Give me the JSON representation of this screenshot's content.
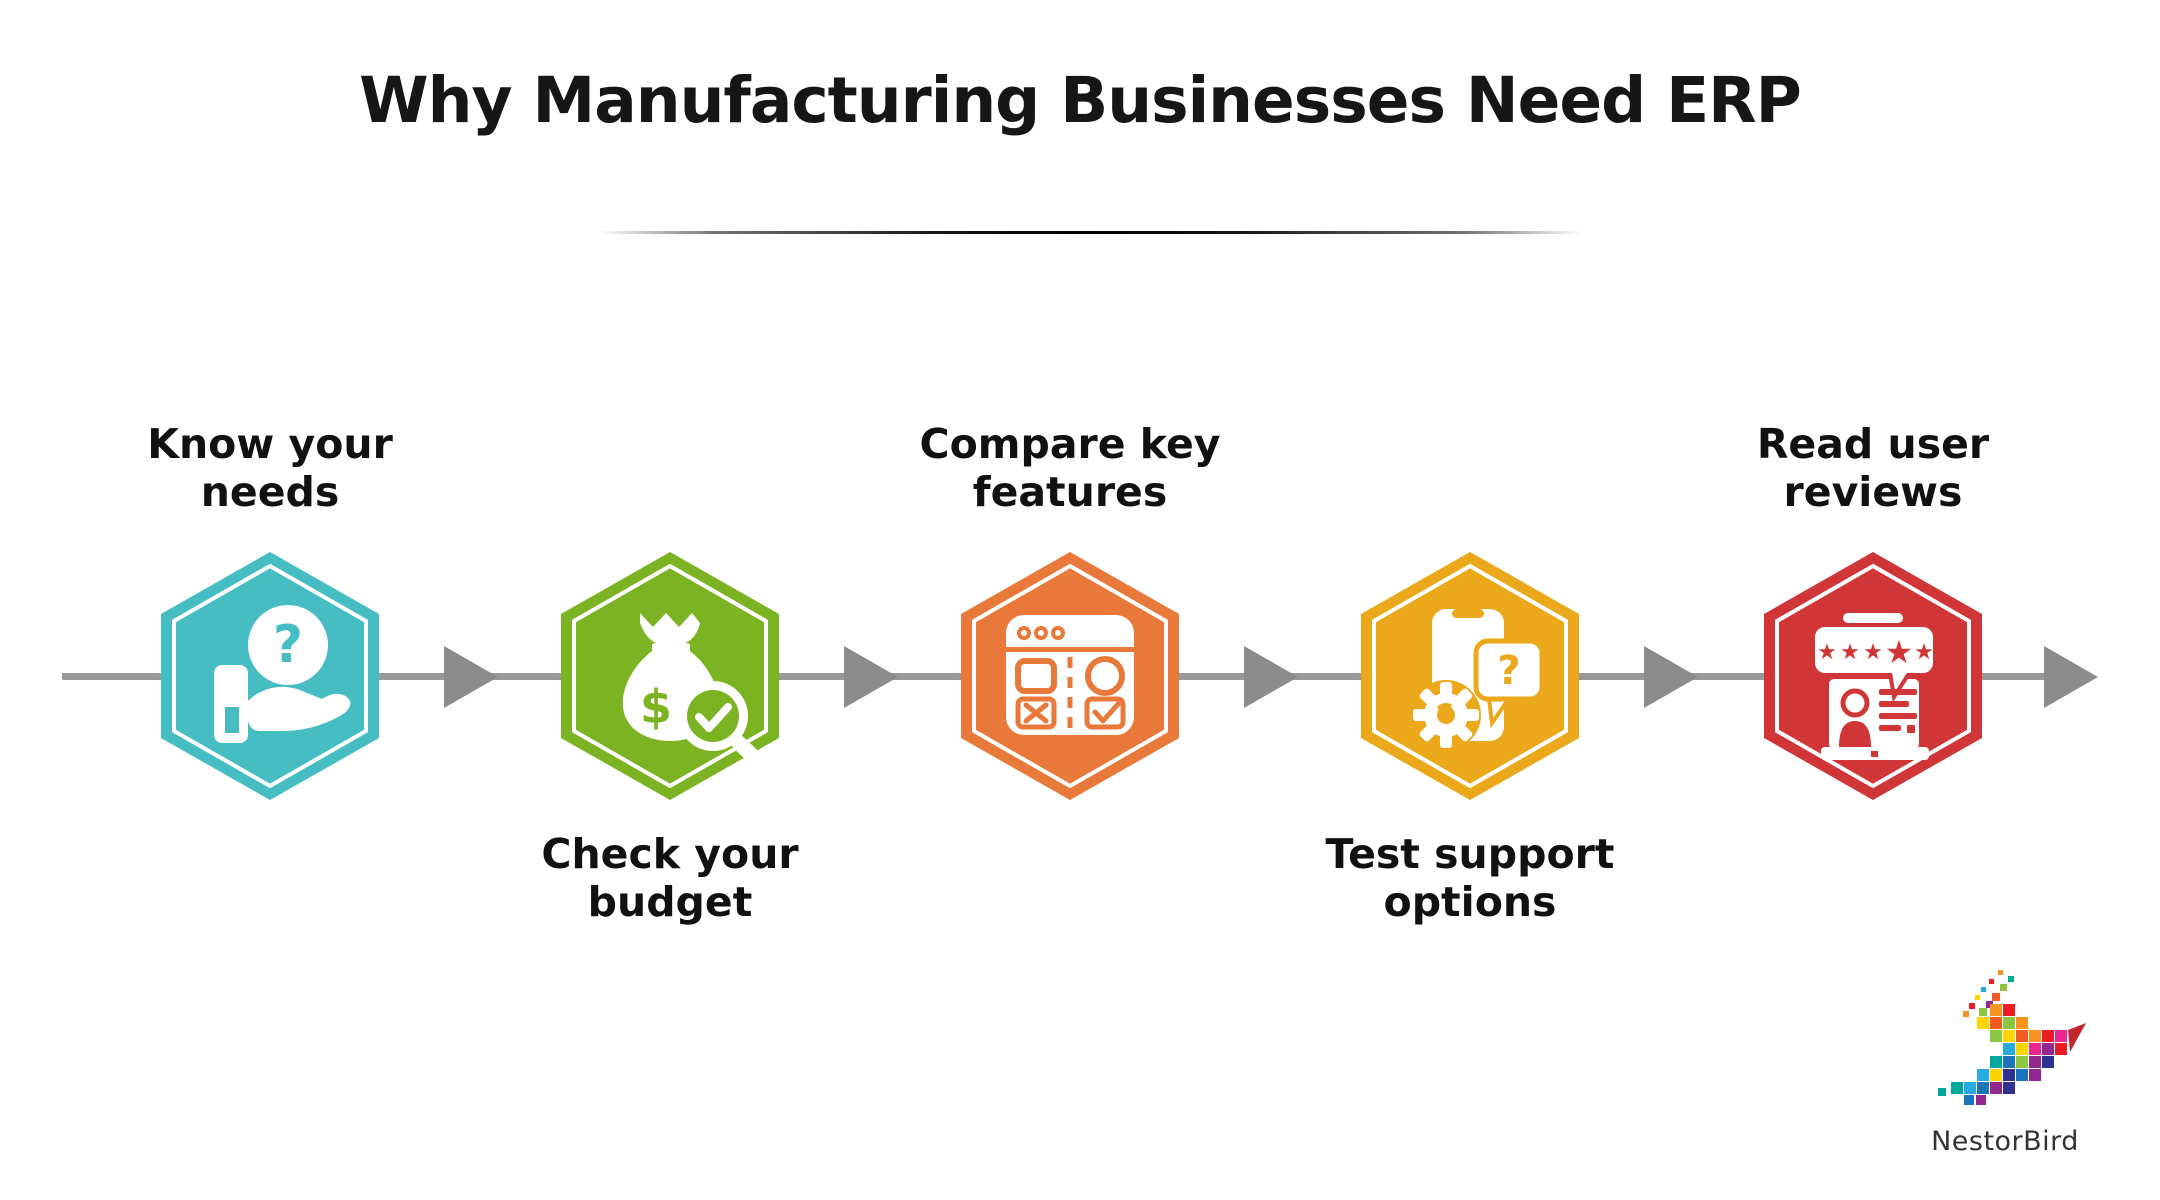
{
  "header": {
    "title": "Why Manufacturing Businesses Need ERP"
  },
  "steps": [
    {
      "label": "Know your needs",
      "lines": [
        "Know your",
        "needs"
      ],
      "color": "#45BDC2",
      "icon": "hand-question-icon",
      "label_position": "above"
    },
    {
      "label": "Check your budget",
      "lines": [
        "Check your",
        "budget"
      ],
      "color": "#7CB322",
      "icon": "money-bag-check-icon",
      "label_position": "below"
    },
    {
      "label": "Compare key features",
      "lines": [
        "Compare key",
        "features"
      ],
      "color": "#E8793A",
      "icon": "comparison-window-icon",
      "label_position": "above"
    },
    {
      "label": "Test support options",
      "lines": [
        "Test support",
        "options"
      ],
      "color": "#EAA81A",
      "icon": "phone-support-icon",
      "label_position": "below"
    },
    {
      "label": "Read user reviews",
      "lines": [
        "Read user",
        "reviews"
      ],
      "color": "#D03537",
      "icon": "star-review-icon",
      "label_position": "above"
    }
  ],
  "connector": {
    "line_color": "#999999",
    "arrow_color": "#8C8C8C",
    "direction": "left-to-right"
  },
  "brand": {
    "name": "NestorBird"
  }
}
